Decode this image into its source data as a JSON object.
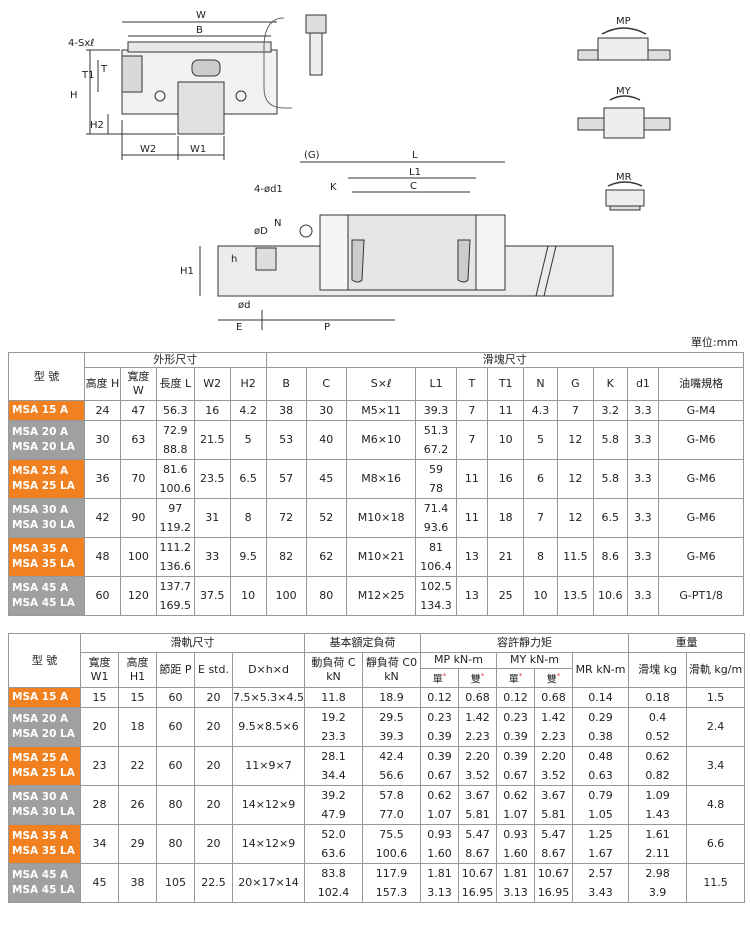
{
  "unit_label": "單位:mm",
  "drawing": {
    "front": {
      "label_4sxl": "4-Sxℓ",
      "W": "W",
      "B": "B",
      "T1": "T1",
      "T": "T",
      "H": "H",
      "H2": "H2",
      "W2": "W2",
      "W1": "W1"
    },
    "side": {
      "G": "(G)",
      "L": "L",
      "L1": "L1",
      "C": "C",
      "K": "K",
      "d1": "4-ød1",
      "D": "øD",
      "N": "N",
      "h": "h",
      "H1": "H1",
      "d": "ød",
      "E": "E",
      "P": "P"
    },
    "moments": {
      "mp": "MP",
      "my": "MY",
      "mr": "MR"
    }
  },
  "table1": {
    "h_model": "型 號",
    "h_outer": "外形尺寸",
    "h_block": "滑塊尺寸",
    "cols": [
      "高度 H",
      "寬度 W",
      "長度 L",
      "W2",
      "H2",
      "B",
      "C",
      "S×ℓ",
      "L1",
      "T",
      "T1",
      "N",
      "G",
      "K",
      "d1",
      "油嘴規格"
    ],
    "rows": [
      {
        "m": [
          "MSA 15 A"
        ],
        "c": "orange",
        "v": [
          "24",
          "47",
          [
            "56.3"
          ],
          "16",
          "4.2",
          "38",
          "30",
          "M5×11",
          [
            "39.3"
          ],
          "7",
          "11",
          "4.3",
          "7",
          "3.2",
          "3.3",
          "G-M4"
        ]
      },
      {
        "m": [
          "MSA 20 A",
          "MSA 20 LA"
        ],
        "c": "grey",
        "v": [
          "30",
          "63",
          [
            "72.9",
            "88.8"
          ],
          "21.5",
          "5",
          "53",
          "40",
          "M6×10",
          [
            "51.3",
            "67.2"
          ],
          "7",
          "10",
          "5",
          "12",
          "5.8",
          "3.3",
          "G-M6"
        ]
      },
      {
        "m": [
          "MSA 25 A",
          "MSA 25 LA"
        ],
        "c": "orange",
        "v": [
          "36",
          "70",
          [
            "81.6",
            "100.6"
          ],
          "23.5",
          "6.5",
          "57",
          "45",
          "M8×16",
          [
            "59",
            "78"
          ],
          "11",
          "16",
          "6",
          "12",
          "5.8",
          "3.3",
          "G-M6"
        ]
      },
      {
        "m": [
          "MSA 30 A",
          "MSA 30 LA"
        ],
        "c": "grey",
        "v": [
          "42",
          "90",
          [
            "97",
            "119.2"
          ],
          "31",
          "8",
          "72",
          "52",
          "M10×18",
          [
            "71.4",
            "93.6"
          ],
          "11",
          "18",
          "7",
          "12",
          "6.5",
          "3.3",
          "G-M6"
        ]
      },
      {
        "m": [
          "MSA 35 A",
          "MSA 35 LA"
        ],
        "c": "orange",
        "v": [
          "48",
          "100",
          [
            "111.2",
            "136.6"
          ],
          "33",
          "9.5",
          "82",
          "62",
          "M10×21",
          [
            "81",
            "106.4"
          ],
          "13",
          "21",
          "8",
          "11.5",
          "8.6",
          "3.3",
          "G-M6"
        ]
      },
      {
        "m": [
          "MSA 45 A",
          "MSA 45 LA"
        ],
        "c": "grey",
        "v": [
          "60",
          "120",
          [
            "137.7",
            "169.5"
          ],
          "37.5",
          "10",
          "100",
          "80",
          "M12×25",
          [
            "102.5",
            "134.3"
          ],
          "13",
          "25",
          "10",
          "13.5",
          "10.6",
          "3.3",
          "G-PT1/8"
        ]
      }
    ]
  },
  "table2": {
    "h_model": "型 號",
    "h_rail": "滑軌尺寸",
    "h_load": "基本額定負荷",
    "h_static": "容許靜力矩",
    "h_weight": "重量",
    "cols": {
      "w1": "寬度 W1",
      "h1": "高度 H1",
      "p": "節距 P",
      "e": "E std.",
      "dhd": "D×h×d",
      "c": "動負荷 C kN",
      "c0": "靜負荷 C0 kN",
      "mp": "MP kN-m",
      "my": "MY kN-m",
      "mr": "MR kN-m",
      "wb": "滑塊 kg",
      "wr": "滑軌 kg/m",
      "single": "單",
      "double": "雙",
      "star": "*"
    },
    "rows": [
      {
        "m": [
          "MSA 15 A"
        ],
        "c": "orange",
        "w1": "15",
        "h1": "15",
        "p": "60",
        "e": "20",
        "dhd": "7.5×5.3×4.5",
        "C": [
          "11.8"
        ],
        "C0": [
          "18.9"
        ],
        "mp1": [
          "0.12"
        ],
        "mp2": [
          "0.68"
        ],
        "my1": [
          "0.12"
        ],
        "my2": [
          "0.68"
        ],
        "mr": [
          "0.14"
        ],
        "wb": [
          "0.18"
        ],
        "wr": "1.5"
      },
      {
        "m": [
          "MSA 20 A",
          "MSA 20 LA"
        ],
        "c": "grey",
        "w1": "20",
        "h1": "18",
        "p": "60",
        "e": "20",
        "dhd": "9.5×8.5×6",
        "C": [
          "19.2",
          "23.3"
        ],
        "C0": [
          "29.5",
          "39.3"
        ],
        "mp1": [
          "0.23",
          "0.39"
        ],
        "mp2": [
          "1.42",
          "2.23"
        ],
        "my1": [
          "0.23",
          "0.39"
        ],
        "my2": [
          "1.42",
          "2.23"
        ],
        "mr": [
          "0.29",
          "0.38"
        ],
        "wb": [
          "0.4",
          "0.52"
        ],
        "wr": "2.4"
      },
      {
        "m": [
          "MSA 25 A",
          "MSA 25 LA"
        ],
        "c": "orange",
        "w1": "23",
        "h1": "22",
        "p": "60",
        "e": "20",
        "dhd": "11×9×7",
        "C": [
          "28.1",
          "34.4"
        ],
        "C0": [
          "42.4",
          "56.6"
        ],
        "mp1": [
          "0.39",
          "0.67"
        ],
        "mp2": [
          "2.20",
          "3.52"
        ],
        "my1": [
          "0.39",
          "0.67"
        ],
        "my2": [
          "2.20",
          "3.52"
        ],
        "mr": [
          "0.48",
          "0.63"
        ],
        "wb": [
          "0.62",
          "0.82"
        ],
        "wr": "3.4"
      },
      {
        "m": [
          "MSA 30 A",
          "MSA 30 LA"
        ],
        "c": "grey",
        "w1": "28",
        "h1": "26",
        "p": "80",
        "e": "20",
        "dhd": "14×12×9",
        "C": [
          "39.2",
          "47.9"
        ],
        "C0": [
          "57.8",
          "77.0"
        ],
        "mp1": [
          "0.62",
          "1.07"
        ],
        "mp2": [
          "3.67",
          "5.81"
        ],
        "my1": [
          "0.62",
          "1.07"
        ],
        "my2": [
          "3.67",
          "5.81"
        ],
        "mr": [
          "0.79",
          "1.05"
        ],
        "wb": [
          "1.09",
          "1.43"
        ],
        "wr": "4.8"
      },
      {
        "m": [
          "MSA 35 A",
          "MSA 35 LA"
        ],
        "c": "orange",
        "w1": "34",
        "h1": "29",
        "p": "80",
        "e": "20",
        "dhd": "14×12×9",
        "C": [
          "52.0",
          "63.6"
        ],
        "C0": [
          "75.5",
          "100.6"
        ],
        "mp1": [
          "0.93",
          "1.60"
        ],
        "mp2": [
          "5.47",
          "8.67"
        ],
        "my1": [
          "0.93",
          "1.60"
        ],
        "my2": [
          "5.47",
          "8.67"
        ],
        "mr": [
          "1.25",
          "1.67"
        ],
        "wb": [
          "1.61",
          "2.11"
        ],
        "wr": "6.6"
      },
      {
        "m": [
          "MSA 45 A",
          "MSA 45 LA"
        ],
        "c": "grey",
        "w1": "45",
        "h1": "38",
        "p": "105",
        "e": "22.5",
        "dhd": "20×17×14",
        "C": [
          "83.8",
          "102.4"
        ],
        "C0": [
          "117.9",
          "157.3"
        ],
        "mp1": [
          "1.81",
          "3.13"
        ],
        "mp2": [
          "10.67",
          "16.95"
        ],
        "my1": [
          "1.81",
          "3.13"
        ],
        "my2": [
          "10.67",
          "16.95"
        ],
        "mr": [
          "2.57",
          "3.43"
        ],
        "wb": [
          "2.98",
          "3.9"
        ],
        "wr": "11.5"
      }
    ]
  }
}
